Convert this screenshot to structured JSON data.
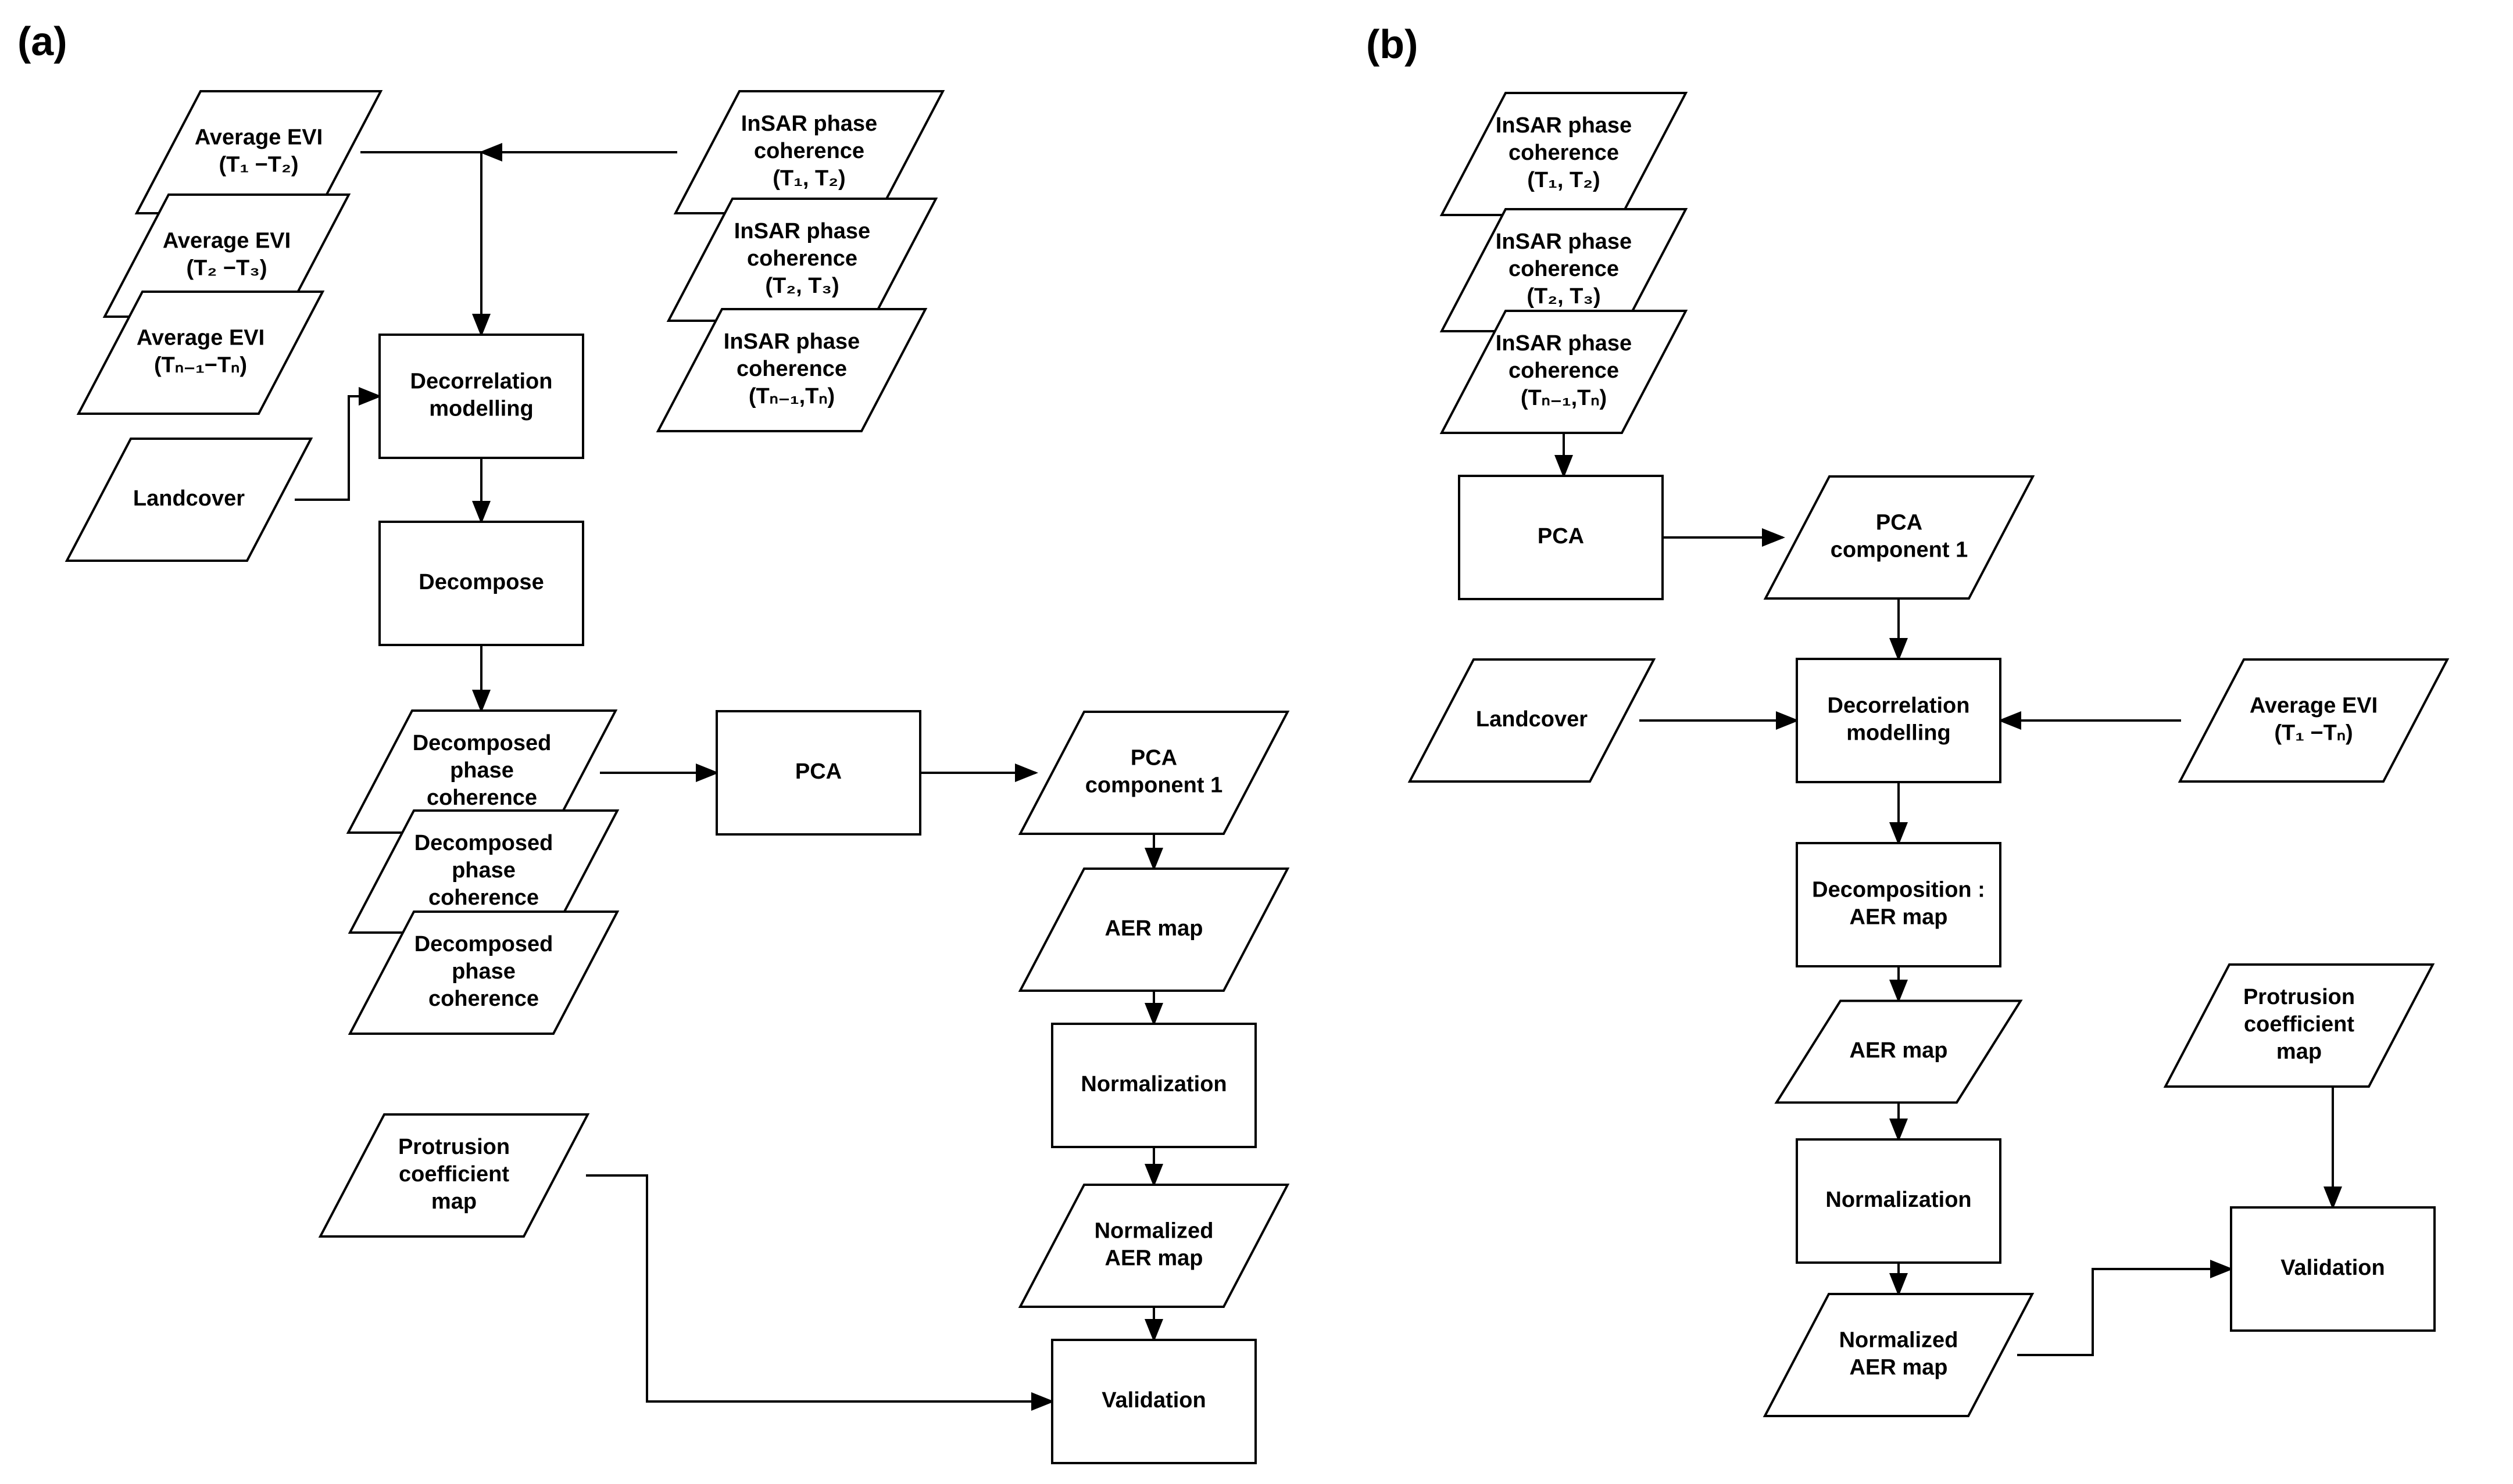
{
  "panels": [
    {
      "label": "(a)",
      "nodes": [
        {
          "id": "a_evi1",
          "shape": "data",
          "lines": [
            "Average EVI",
            "(T₁ −T₂)"
          ]
        },
        {
          "id": "a_evi2",
          "shape": "data",
          "lines": [
            "Average EVI",
            "(T₂ −T₃)"
          ]
        },
        {
          "id": "a_evi3",
          "shape": "data",
          "lines": [
            "Average EVI",
            "(Tₙ₋₁−Tₙ)"
          ]
        },
        {
          "id": "a_coh1",
          "shape": "data",
          "lines": [
            "InSAR phase",
            "coherence",
            "(T₁, T₂)"
          ]
        },
        {
          "id": "a_coh2",
          "shape": "data",
          "lines": [
            "InSAR phase",
            "coherence",
            "(T₂, T₃)"
          ]
        },
        {
          "id": "a_coh3",
          "shape": "data",
          "lines": [
            "InSAR phase",
            "coherence",
            "(Tₙ₋₁,Tₙ)"
          ]
        },
        {
          "id": "a_decorr",
          "shape": "process",
          "lines": [
            "Decorrelation",
            "modelling"
          ]
        },
        {
          "id": "a_land",
          "shape": "data",
          "lines": [
            "Landcover"
          ]
        },
        {
          "id": "a_decomp",
          "shape": "process",
          "lines": [
            "Decompose"
          ]
        },
        {
          "id": "a_dpc1",
          "shape": "data",
          "lines": [
            "Decomposed",
            "phase",
            "coherence"
          ]
        },
        {
          "id": "a_dpc2",
          "shape": "data",
          "lines": [
            "Decomposed",
            "phase",
            "coherence"
          ]
        },
        {
          "id": "a_dpc3",
          "shape": "data",
          "lines": [
            "Decomposed",
            "phase",
            "coherence"
          ]
        },
        {
          "id": "a_pca",
          "shape": "process",
          "lines": [
            "PCA"
          ]
        },
        {
          "id": "a_pcacomp",
          "shape": "data",
          "lines": [
            "PCA",
            "component 1"
          ]
        },
        {
          "id": "a_aer",
          "shape": "data",
          "lines": [
            "AER map"
          ]
        },
        {
          "id": "a_norm",
          "shape": "process",
          "lines": [
            "Normalization"
          ]
        },
        {
          "id": "a_naer",
          "shape": "data",
          "lines": [
            "Normalized",
            "AER map"
          ]
        },
        {
          "id": "a_protr",
          "shape": "data",
          "lines": [
            "Protrusion",
            "coefficient",
            "map"
          ]
        },
        {
          "id": "a_valid",
          "shape": "process",
          "lines": [
            "Validation"
          ]
        }
      ],
      "edges": [
        [
          "a_evi1",
          "a_decorr"
        ],
        [
          "a_coh1",
          "a_decorr"
        ],
        [
          "a_land",
          "a_decorr"
        ],
        [
          "a_decorr",
          "a_decomp"
        ],
        [
          "a_decomp",
          "a_dpc1"
        ],
        [
          "a_dpc1",
          "a_pca"
        ],
        [
          "a_pca",
          "a_pcacomp"
        ],
        [
          "a_pcacomp",
          "a_aer"
        ],
        [
          "a_aer",
          "a_norm"
        ],
        [
          "a_norm",
          "a_naer"
        ],
        [
          "a_naer",
          "a_valid"
        ],
        [
          "a_protr",
          "a_valid"
        ]
      ]
    },
    {
      "label": "(b)",
      "nodes": [
        {
          "id": "b_coh1",
          "shape": "data",
          "lines": [
            "InSAR phase",
            "coherence",
            "(T₁, T₂)"
          ]
        },
        {
          "id": "b_coh2",
          "shape": "data",
          "lines": [
            "InSAR phase",
            "coherence",
            "(T₂, T₃)"
          ]
        },
        {
          "id": "b_coh3",
          "shape": "data",
          "lines": [
            "InSAR phase",
            "coherence",
            "(Tₙ₋₁,Tₙ)"
          ]
        },
        {
          "id": "b_pca",
          "shape": "process",
          "lines": [
            "PCA"
          ]
        },
        {
          "id": "b_pcacomp",
          "shape": "data",
          "lines": [
            "PCA",
            "component 1"
          ]
        },
        {
          "id": "b_land",
          "shape": "data",
          "lines": [
            "Landcover"
          ]
        },
        {
          "id": "b_decorr",
          "shape": "process",
          "lines": [
            "Decorrelation",
            "modelling"
          ]
        },
        {
          "id": "b_evi",
          "shape": "data",
          "lines": [
            "Average EVI",
            "(T₁ −Tₙ)"
          ]
        },
        {
          "id": "b_decomp",
          "shape": "process",
          "lines": [
            "Decomposition :",
            "AER map"
          ]
        },
        {
          "id": "b_aer",
          "shape": "data",
          "lines": [
            "AER map"
          ]
        },
        {
          "id": "b_norm",
          "shape": "process",
          "lines": [
            "Normalization"
          ]
        },
        {
          "id": "b_naer",
          "shape": "data",
          "lines": [
            "Normalized",
            "AER map"
          ]
        },
        {
          "id": "b_protr",
          "shape": "data",
          "lines": [
            "Protrusion",
            "coefficient",
            "map"
          ]
        },
        {
          "id": "b_valid",
          "shape": "process",
          "lines": [
            "Validation"
          ]
        }
      ],
      "edges": [
        [
          "b_coh3",
          "b_pca"
        ],
        [
          "b_pca",
          "b_pcacomp"
        ],
        [
          "b_pcacomp",
          "b_decorr"
        ],
        [
          "b_land",
          "b_decorr"
        ],
        [
          "b_evi",
          "b_decorr"
        ],
        [
          "b_decorr",
          "b_decomp"
        ],
        [
          "b_decomp",
          "b_aer"
        ],
        [
          "b_aer",
          "b_norm"
        ],
        [
          "b_norm",
          "b_naer"
        ],
        [
          "b_naer",
          "b_valid"
        ],
        [
          "b_protr",
          "b_valid"
        ]
      ]
    }
  ]
}
